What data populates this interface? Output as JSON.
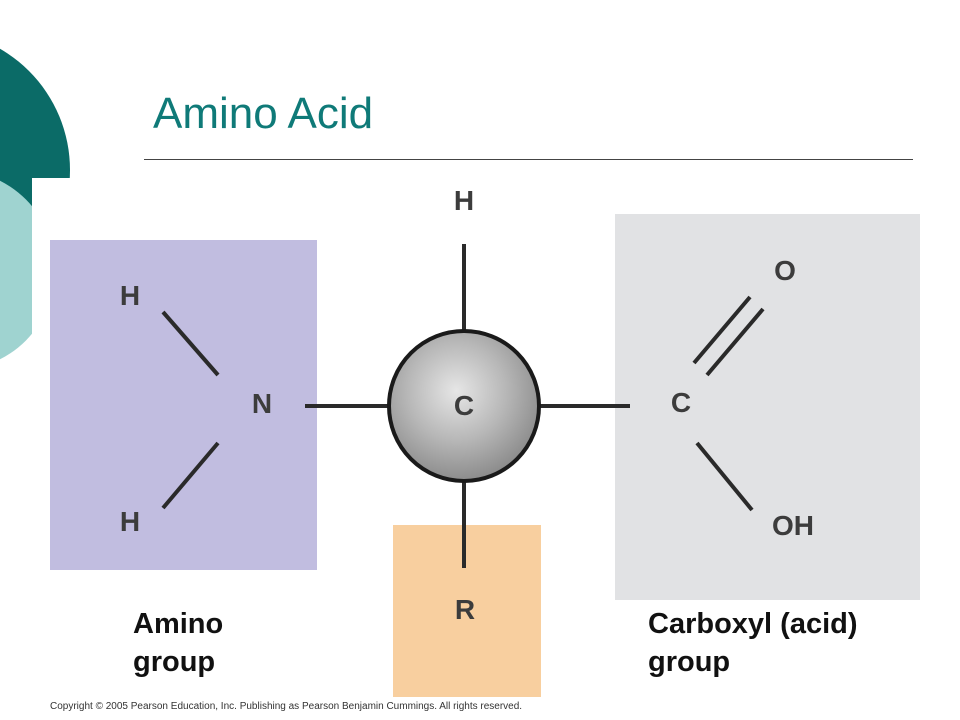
{
  "slide": {
    "title": "Amino Acid",
    "accent_color": "#0f7a78"
  },
  "molecule": {
    "amino_group": {
      "h_top": "H",
      "n": "N",
      "h_bottom": "H",
      "color": "#c1bde0"
    },
    "alpha_carbon": {
      "c": "C",
      "h_top": "H"
    },
    "r_group": {
      "r": "R",
      "color": "#f8cf9f"
    },
    "carboxyl_group": {
      "o": "O",
      "c": "C",
      "oh": "OH",
      "color": "#e1e2e4"
    }
  },
  "captions": {
    "amino_line1": "Amino",
    "amino_line2": "group",
    "carboxyl_line1": "Carboxyl (acid)",
    "carboxyl_line2": "group"
  },
  "footer": "Copyright © 2005 Pearson Education, Inc. Publishing as Pearson Benjamin Cummings. All rights reserved."
}
